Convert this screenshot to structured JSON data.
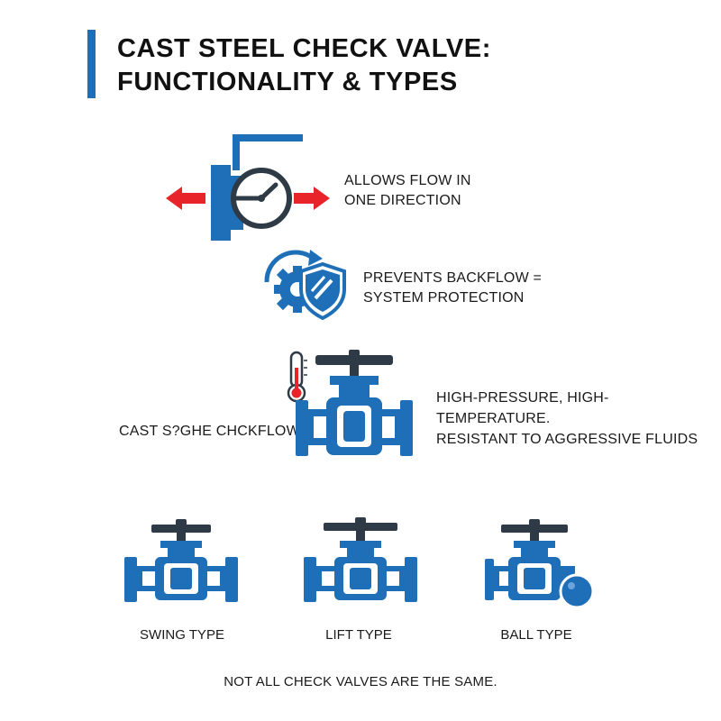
{
  "title": {
    "line1": "CAST STEEL CHECK VALVE:",
    "line2": "FUNCTIONALITY & TYPES"
  },
  "features": {
    "flow": {
      "line1": "ALLOWS FLOW IN",
      "line2": "ONE DIRECTION",
      "icon": "check-valve-arrows-icon"
    },
    "backflow": {
      "line1": "PREVENTS BACKFLOW =",
      "line2": "SYSTEM PROTECTION",
      "icon": "gear-shield-icon"
    },
    "material": {
      "left_label": "CAST S?GHE CHCKFLOW",
      "line1": "HIGH-PRESSURE, HIGH-",
      "line2": "TEMPERATURE.",
      "line3": "RESISTANT TO AGGRESSIVE FLUIDS",
      "icon": "thermometer-valve-icon"
    }
  },
  "types": [
    {
      "label": "SWING TYPE",
      "icon": "valve-icon"
    },
    {
      "label": "LIFT TYPE",
      "icon": "valve-icon"
    },
    {
      "label": "BALL TYPE",
      "icon": "ball-valve-icon"
    }
  ],
  "footer": "NOT ALL CHECK VALVES ARE THE SAME.",
  "colors": {
    "blue": "#1e6fb8",
    "red": "#e8242a",
    "dark": "#2e3a45"
  }
}
